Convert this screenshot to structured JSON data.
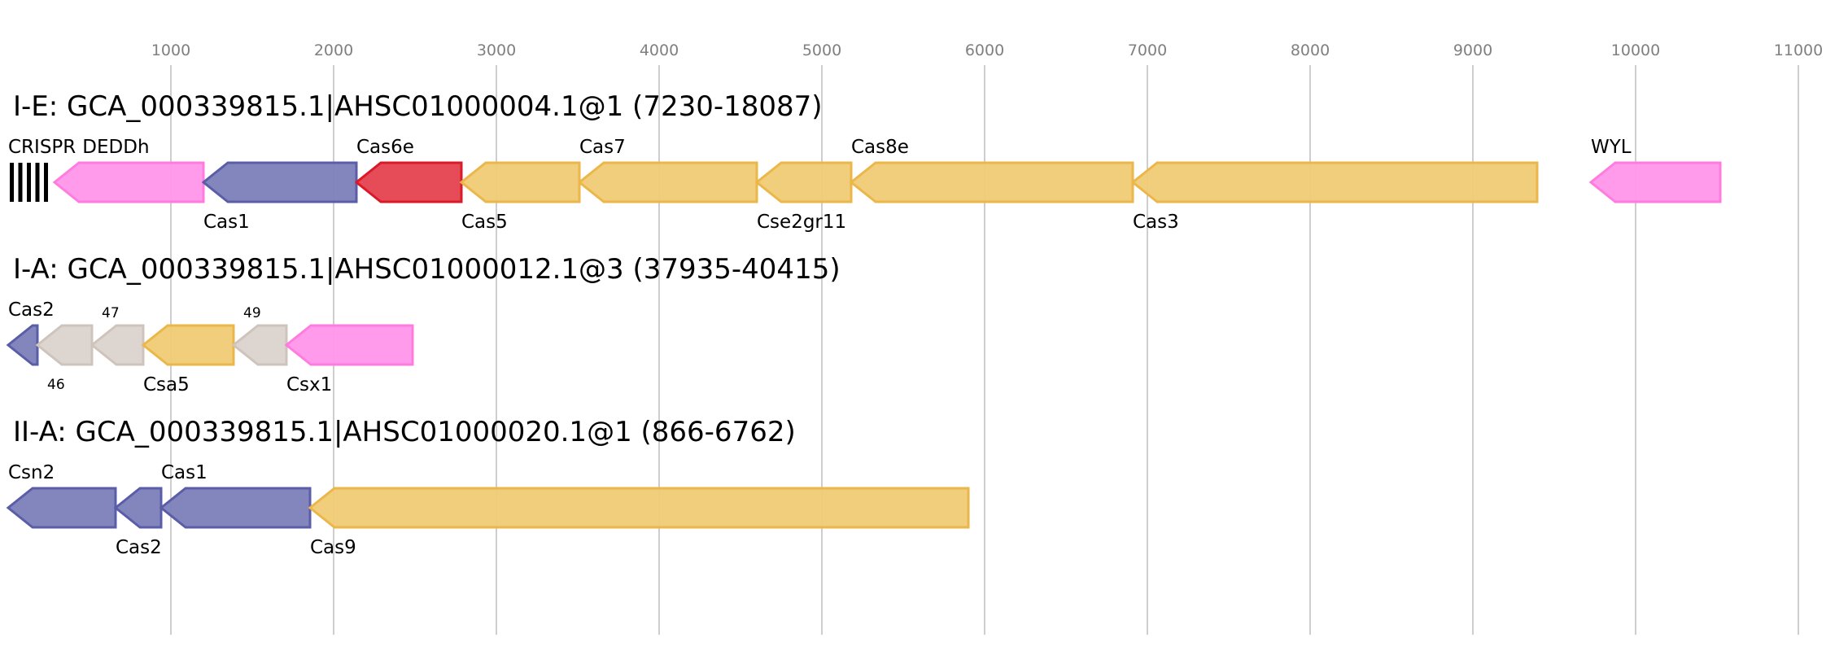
{
  "axis": {
    "ticks": [
      1000,
      2000,
      3000,
      4000,
      5000,
      6000,
      7000,
      8000,
      9000,
      10000,
      11000
    ],
    "tick_labels": [
      "1000",
      "2000",
      "3000",
      "4000",
      "5000",
      "6000",
      "7000",
      "8000",
      "9000",
      "10000",
      "11000"
    ],
    "range_bp": [
      0,
      11200
    ]
  },
  "colors": {
    "pink": {
      "fill": "#ff96e9",
      "stroke": "#ff7be0"
    },
    "blue": {
      "fill": "#7c7fb8",
      "stroke": "#5a5da8"
    },
    "red": {
      "fill": "#e4424f",
      "stroke": "#d91a28"
    },
    "yellow": {
      "fill": "#f0cb74",
      "stroke": "#ebb64a"
    },
    "grey": {
      "fill": "#dbd3ce",
      "stroke": "#cfc4bb"
    }
  },
  "loci": [
    {
      "title": "I-E: GCA_000339815.1|AHSC01000004.1@1 (7230-18087)",
      "genes": [
        {
          "name": "CRISPR",
          "type": "crispr",
          "start": 0,
          "end": 260,
          "label_pos": "above"
        },
        {
          "name": "DEDDh",
          "type": "gene",
          "strand": "-",
          "color": "pink",
          "start": 285,
          "end": 1200,
          "label_pos": "above"
        },
        {
          "name": "Cas1",
          "type": "gene",
          "strand": "-",
          "color": "blue",
          "start": 1200,
          "end": 2140,
          "label_pos": "below"
        },
        {
          "name": "Cas6e",
          "type": "gene",
          "strand": "-",
          "color": "red",
          "start": 2140,
          "end": 2785,
          "label_pos": "above"
        },
        {
          "name": "Cas5",
          "type": "gene",
          "strand": "-",
          "color": "yellow",
          "start": 2785,
          "end": 3510,
          "label_pos": "below"
        },
        {
          "name": "Cas7",
          "type": "gene",
          "strand": "-",
          "color": "yellow",
          "start": 3510,
          "end": 4600,
          "label_pos": "above"
        },
        {
          "name": "Cse2gr11",
          "type": "gene",
          "strand": "-",
          "color": "yellow",
          "start": 4600,
          "end": 5180,
          "label_pos": "below"
        },
        {
          "name": "Cas8e",
          "type": "gene",
          "strand": "-",
          "color": "yellow",
          "start": 5180,
          "end": 6910,
          "label_pos": "above"
        },
        {
          "name": "Cas3",
          "type": "gene",
          "strand": "-",
          "color": "yellow",
          "start": 6910,
          "end": 9395,
          "label_pos": "below"
        },
        {
          "name": "WYL",
          "type": "gene",
          "strand": "-",
          "color": "pink",
          "start": 9725,
          "end": 10520,
          "label_pos": "above"
        }
      ]
    },
    {
      "title": "I-A: GCA_000339815.1|AHSC01000012.1@3 (37935-40415)",
      "genes": [
        {
          "name": "Cas2",
          "type": "gene",
          "strand": "-",
          "color": "blue",
          "start": 0,
          "end": 180,
          "label_pos": "above"
        },
        {
          "name": "46",
          "type": "gene",
          "strand": "-",
          "color": "grey",
          "start": 180,
          "end": 515,
          "label_pos": "below",
          "small": true
        },
        {
          "name": "47",
          "type": "gene",
          "strand": "-",
          "color": "grey",
          "start": 515,
          "end": 830,
          "label_pos": "above",
          "small": true
        },
        {
          "name": "Csa5",
          "type": "gene",
          "strand": "-",
          "color": "yellow",
          "start": 830,
          "end": 1385,
          "label_pos": "below"
        },
        {
          "name": "49",
          "type": "gene",
          "strand": "-",
          "color": "grey",
          "start": 1385,
          "end": 1710,
          "label_pos": "above",
          "small": true
        },
        {
          "name": "Csx1",
          "type": "gene",
          "strand": "-",
          "color": "pink",
          "start": 1710,
          "end": 2485,
          "label_pos": "below"
        }
      ]
    },
    {
      "title": "II-A: GCA_000339815.1|AHSC01000020.1@1 (866-6762)",
      "genes": [
        {
          "name": "Csn2",
          "type": "gene",
          "strand": "-",
          "color": "blue",
          "start": 0,
          "end": 660,
          "label_pos": "above"
        },
        {
          "name": "Cas2",
          "type": "gene",
          "strand": "-",
          "color": "blue",
          "start": 660,
          "end": 940,
          "label_pos": "below"
        },
        {
          "name": "Cas1",
          "type": "gene",
          "strand": "-",
          "color": "blue",
          "start": 940,
          "end": 1855,
          "label_pos": "above"
        },
        {
          "name": "Cas9",
          "type": "gene",
          "strand": "-",
          "color": "yellow",
          "start": 1855,
          "end": 5900,
          "label_pos": "below"
        }
      ]
    }
  ]
}
